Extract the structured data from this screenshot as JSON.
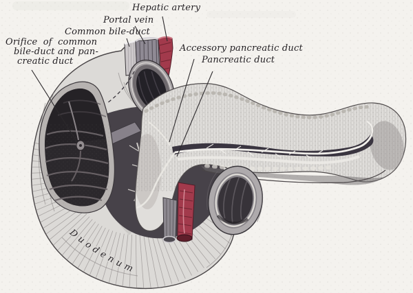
{
  "figure": {
    "labels": {
      "hepatic_artery": "Hepatic artery",
      "portal_vein": "Portal vein",
      "common_bile_duct": "Common bile-duct",
      "orifice": {
        "line1": "Orifice of common",
        "line2": "bile-duct and pan-",
        "line3": "creatic duct"
      },
      "accessory_pancreatic_duct": "Accessory pancreatic duct",
      "pancreatic_duct": "Pancreatic duct",
      "duodenum": "Duodenum"
    },
    "colors": {
      "paper": "#f4f2ee",
      "ink": "#2c292c",
      "artery_red": "#a23a4c",
      "artery_red_dark": "#6e2531",
      "vein_gray": "#8f8a94"
    }
  }
}
